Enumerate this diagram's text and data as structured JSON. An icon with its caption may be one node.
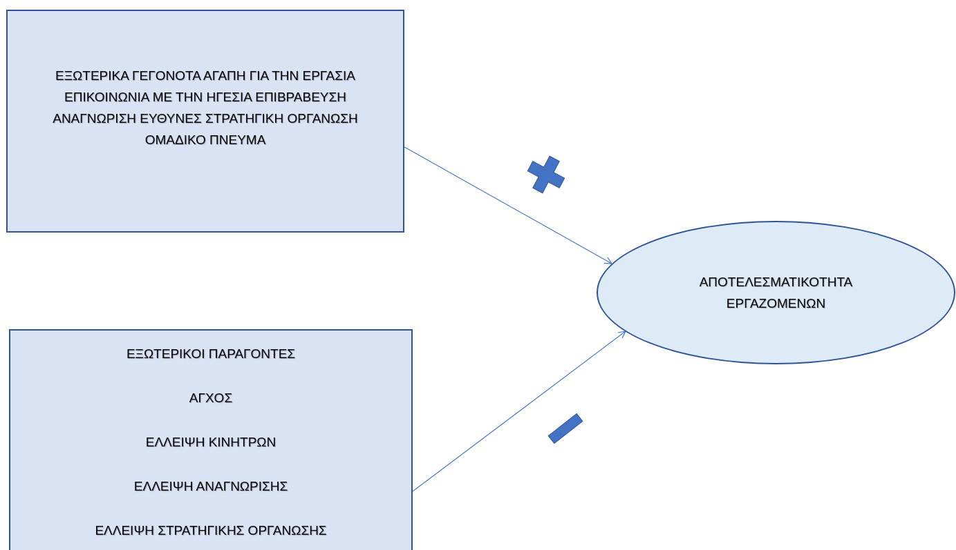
{
  "diagram": {
    "nodes": [
      {
        "text": [
          "ΕΞΩΤΕΡΙΚΑ ΓΕΓΟΝΟΤΑ ΑΓΑΠΗ ΓΙΑ ΤΗΝ ΕΡΓΑΣΙΑ ΕΠΙΚΟΙΝΩΝΙΑ ΜΕ ΤΗΝ ΗΓΕΣΙΑ ΕΠΙΒΡΑΒΕΥΣΗ ΑΝΑΓΝΩΡΙΣΗ ΕΥΘΥΝΕΣ ΣΤΡΑΤΗΓΙΚΗ ΟΡΓΑΝΩΣΗ ΟΜΑΔΙΚΟ ΠΝΕΥΜΑ"
        ]
      },
      {
        "text": [
          "ΕΞΩΤΕΡΙΚΟΙ ΠΑΡΑΓΟΝΤΕΣ",
          "ΑΓΧΟΣ",
          "ΕΛΛΕΙΨΗ ΚΙΝΗΤΡΩΝ",
          "ΕΛΛΕΙΨΗ ΑΝΑΓΝΩΡΙΣΗΣ",
          "ΕΛΛΕΙΨΗ ΣΤΡΑΤΗΓΙΚΗΣ ΟΡΓΑΝΩΣΗΣ"
        ]
      },
      {
        "text": [
          "ΑΠΟΤΕΛΕΣΜΑΤΙΚΟΤΗΤΑ ΕΡΓΑΖΟΜΕΝΩΝ"
        ]
      }
    ],
    "edges": [
      {
        "from": 0,
        "to": 2,
        "arrow": "to"
      },
      {
        "from": 1,
        "to": 2,
        "arrow": "to"
      }
    ]
  }
}
